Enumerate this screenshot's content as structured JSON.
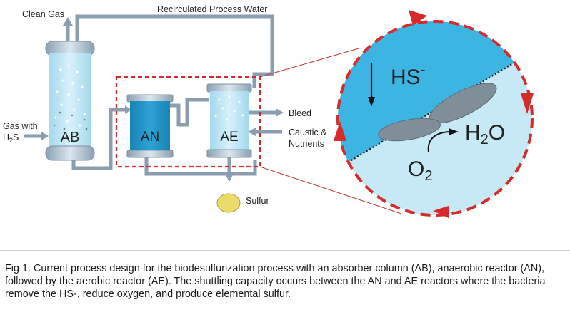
{
  "diagram": {
    "labels": {
      "clean_gas": "Clean Gas",
      "recirculated_water": "Recirculated Process Water",
      "gas_with": "Gas with",
      "h2s_h": "H",
      "h2s_sub": "2",
      "h2s_s": "S",
      "ab": "AB",
      "an": "AN",
      "ae": "AE",
      "bleed": "Bleed",
      "caustic": "Caustic &",
      "nutrients": "Nutrients",
      "sulfur": "Sulfur"
    },
    "zoom": {
      "hs_main": "HS",
      "hs_sup": "-",
      "h2o_h": "H",
      "h2o_sub": "2",
      "h2o_o": "O",
      "o2_o": "O",
      "o2_sub": "2"
    },
    "colors": {
      "pipe": "#8a9eaf",
      "ab_liquid": "#c6e9f5",
      "an_liquid": "#1b8fc3",
      "ae_liquid": "#c6e9f5",
      "cap": "#a9bccb",
      "dashed_box": "#d62b2b",
      "circle_top": "#3cb5e3",
      "circle_bottom": "#c7e9f5",
      "cell": "#808e98",
      "sulfur": "#eadb6b"
    }
  },
  "caption": {
    "text": "Fig 1. Current process design for the biodesulfurization process with an absorber column (AB), anaerobic reactor (AN), followed by the aerobic reactor (AE). The shuttling capacity occurs between the AN and AE reactors where the bacteria remove the HS-, reduce oxygen, and produce elemental sulfur."
  }
}
